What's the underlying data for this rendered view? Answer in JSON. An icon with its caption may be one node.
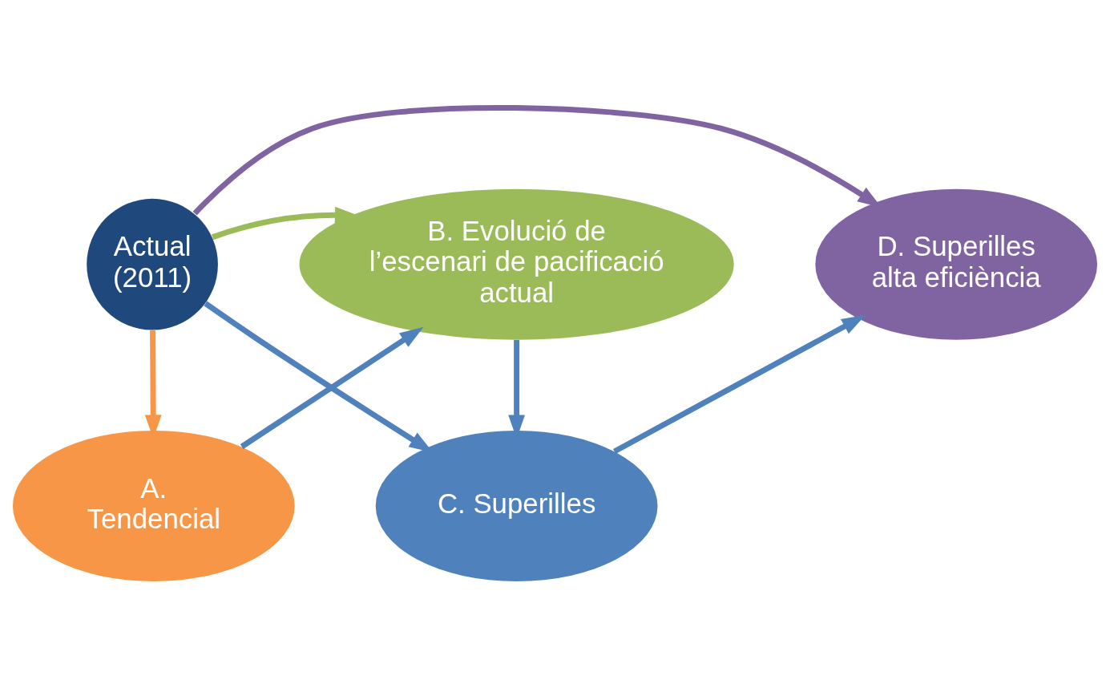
{
  "diagram": {
    "nodes": [
      {
        "text": [
          "Actual (2011)"
        ]
      },
      {
        "text": [
          "A. Tendencial"
        ]
      },
      {
        "text": [
          "B. Evolució de l’escenari de pacificació actual"
        ]
      },
      {
        "text": [
          "C. Superilles"
        ]
      },
      {
        "text": [
          "D. Superilles alta eficiència"
        ]
      }
    ],
    "edges": [
      {
        "from": 0,
        "to": 1,
        "arrow": "to",
        "color": "#f79646"
      },
      {
        "from": 0,
        "to": 2,
        "arrow": "to",
        "color": "#9bbb59"
      },
      {
        "from": 0,
        "to": 3,
        "arrow": "to"
      },
      {
        "from": 0,
        "to": 4,
        "arrow": "to",
        "color": "#8064a2"
      },
      {
        "from": 1,
        "to": 2,
        "arrow": "to"
      },
      {
        "from": 2,
        "to": 3,
        "arrow": "to"
      },
      {
        "from": 3,
        "to": 4,
        "arrow": "to"
      }
    ]
  }
}
